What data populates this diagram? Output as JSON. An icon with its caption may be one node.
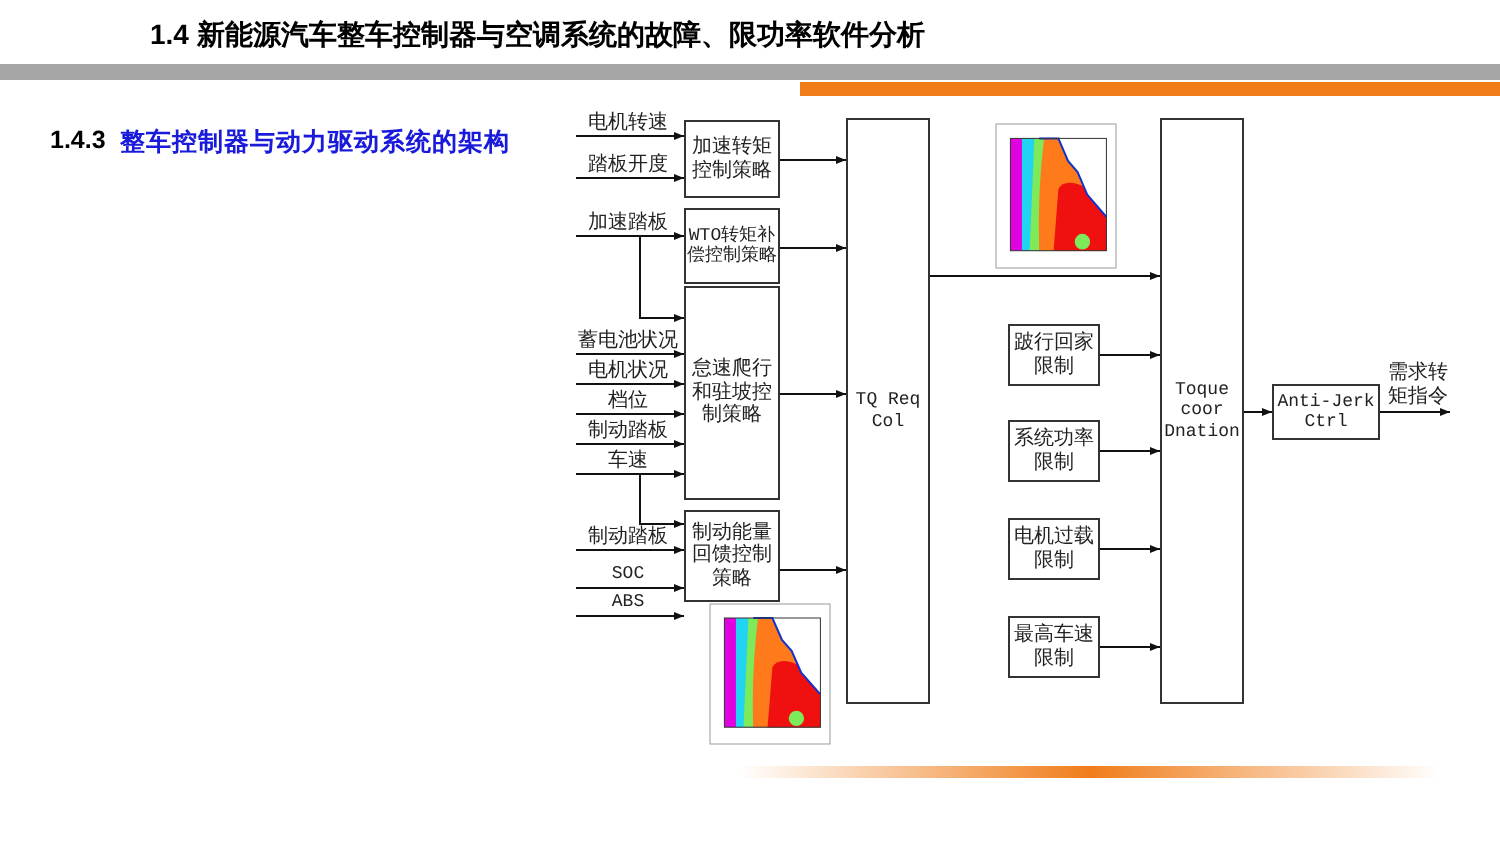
{
  "diagram": {
    "title": "1.4 新能源汽车整车控制器与空调系统的故障、限功率软件分析",
    "nodes": [
      {
        "text": [
          "电机转速"
        ]
      },
      {
        "text": [
          "踏板开度"
        ]
      },
      {
        "text": [
          "加速转矩控制策略"
        ]
      },
      {
        "text": [
          "加速踏板"
        ]
      },
      {
        "text": [
          "WTO转矩补偿控制策略"
        ]
      },
      {
        "text": [
          "蓄电池状况"
        ]
      },
      {
        "text": [
          "电机状况"
        ]
      },
      {
        "text": [
          "档位"
        ]
      },
      {
        "text": [
          "制动踏板"
        ]
      },
      {
        "text": [
          "车速"
        ]
      },
      {
        "text": [
          "怠速爬行和驻坡控制策略"
        ]
      },
      {
        "text": [
          "制动踏板"
        ]
      },
      {
        "text": [
          "SOC"
        ]
      },
      {
        "text": [
          "ABS"
        ]
      },
      {
        "text": [
          "制动能量回馈控制策略"
        ]
      },
      {
        "text": [
          "TQ Req Col"
        ]
      },
      {
        "text": [
          "跛行回家限制"
        ]
      },
      {
        "text": [
          "系统功率限制"
        ]
      },
      {
        "text": [
          "电机过载限制"
        ]
      },
      {
        "text": [
          "最高车速限制"
        ]
      },
      {
        "text": [
          "Toque coor Dnation"
        ]
      },
      {
        "text": [
          "Anti-Jerk Ctrl"
        ]
      }
    ],
    "edges": [
      {
        "from": 0,
        "to": 2,
        "arrow": "to"
      },
      {
        "from": 1,
        "to": 2,
        "arrow": "to"
      },
      {
        "from": 3,
        "to": 4,
        "arrow": "to"
      },
      {
        "from": 3,
        "to": 10,
        "arrow": "to"
      },
      {
        "from": 5,
        "to": 10,
        "arrow": "to"
      },
      {
        "from": 6,
        "to": 10,
        "arrow": "to"
      },
      {
        "from": 7,
        "to": 10,
        "arrow": "to"
      },
      {
        "from": 8,
        "to": 10,
        "arrow": "to"
      },
      {
        "from": 9,
        "to": 10,
        "arrow": "to"
      },
      {
        "from": 9,
        "to": 14,
        "arrow": "to"
      },
      {
        "from": 11,
        "to": 14,
        "arrow": "to"
      },
      {
        "from": 12,
        "to": 14,
        "arrow": "to"
      },
      {
        "from": 13,
        "to": 14,
        "arrow": "to"
      },
      {
        "from": 2,
        "to": 15,
        "arrow": "to"
      },
      {
        "from": 4,
        "to": 15,
        "arrow": "to"
      },
      {
        "from": 10,
        "to": 15,
        "arrow": "to"
      },
      {
        "from": 14,
        "to": 15,
        "arrow": "to"
      },
      {
        "from": 15,
        "to": 20,
        "arrow": "to"
      },
      {
        "from": 16,
        "to": 20,
        "arrow": "to"
      },
      {
        "from": 17,
        "to": 20,
        "arrow": "to"
      },
      {
        "from": 18,
        "to": 20,
        "arrow": "to"
      },
      {
        "from": 19,
        "to": 20,
        "arrow": "to"
      },
      {
        "from": 20,
        "to": 21,
        "arrow": "to"
      },
      {
        "from": 21,
        "to": null,
        "arrow": "to",
        "label": "需求转矩指令"
      }
    ],
    "labels": [
      "1.4.3",
      "整车控制器与动力驱动系统的架构"
    ]
  }
}
